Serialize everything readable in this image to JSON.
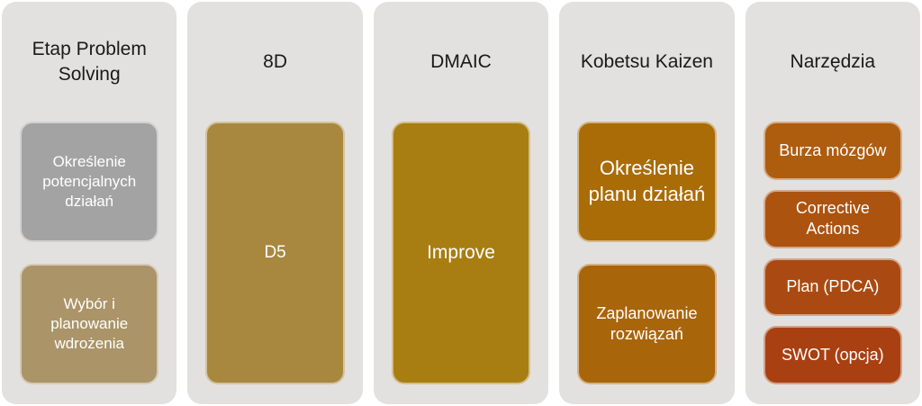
{
  "palette": {
    "page_background": "#ffffff",
    "column_background": "#e2e1e0",
    "header_text": "#1a1a1a",
    "box_text": "#ffffff"
  },
  "columns": [
    {
      "header": "Etap Problem Solving",
      "boxes": [
        {
          "label": "Określenie potencjalnych działań",
          "color": "#a3a3a3"
        },
        {
          "label": "Wybór i planowanie wdrożenia",
          "color": "#aa9468"
        }
      ]
    },
    {
      "header": "8D",
      "boxes": [
        {
          "label": "D5",
          "color": "#a8883f"
        }
      ]
    },
    {
      "header": "DMAIC",
      "boxes": [
        {
          "label": "Improve",
          "color": "#a87e12"
        }
      ]
    },
    {
      "header": "Kobetsu Kaizen",
      "boxes": [
        {
          "label": "Określenie planu działań",
          "color": "#a96c07"
        },
        {
          "label": "Zaplanowanie rozwiązań",
          "color": "#a9650a"
        }
      ]
    },
    {
      "header": "Narzędzia",
      "boxes": [
        {
          "label": "Burza mózgów",
          "color": "#ae5c0e"
        },
        {
          "label": "Corrective Actions",
          "color": "#ac5310"
        },
        {
          "label": "Plan (PDCA)",
          "color": "#aa4a12"
        },
        {
          "label": "SWOT (opcja)",
          "color": "#a84012"
        }
      ]
    }
  ]
}
